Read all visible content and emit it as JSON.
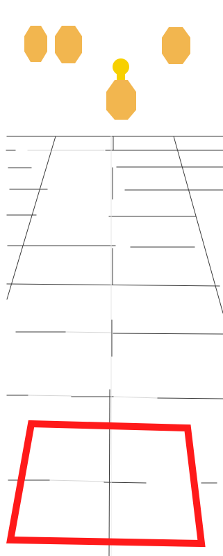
{
  "colors": {
    "background": "#ffffff",
    "grid_line": "#3a3a3a",
    "grid_line_faint": "#d6d6d6",
    "target_orange": "#f2b64f",
    "player_head_yellow": "#f7d000",
    "goal_outline_red": "#ff1a1a"
  },
  "icons": {
    "target": "octagon-target-icon",
    "player": "pawn-player-icon",
    "goal": "quad-goal-outline"
  },
  "scene": {
    "type": "perspective-lane-game",
    "targets_count": 3,
    "player_count": 1,
    "goal_count": 1
  }
}
